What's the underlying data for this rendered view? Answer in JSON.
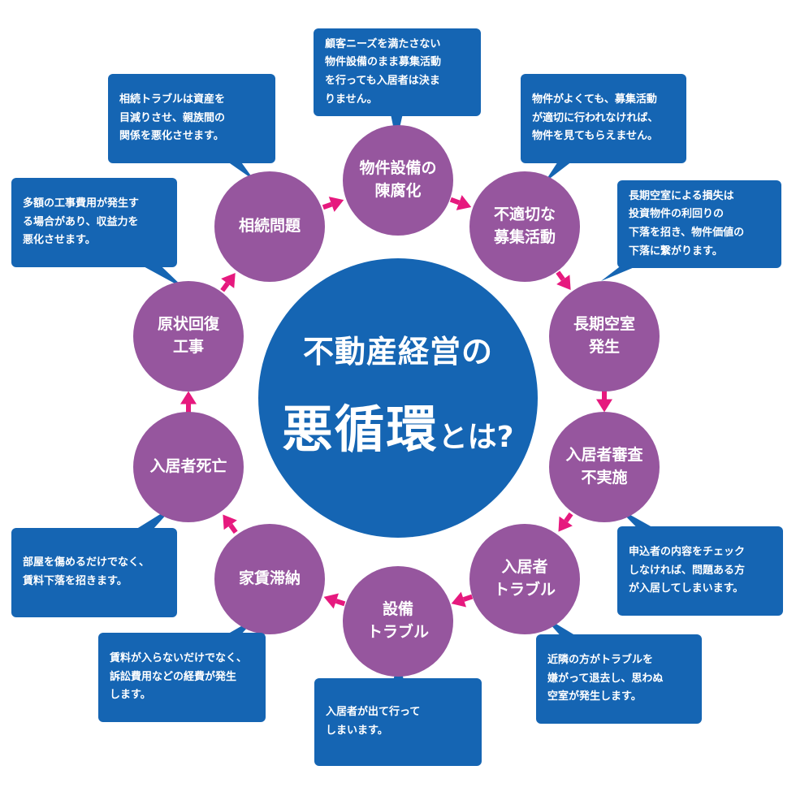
{
  "center": {
    "line1": "不動産経営の",
    "line2_big": "悪循環",
    "line2_small": "とは?"
  },
  "nodes": [
    {
      "label": "物件設備の\n陳腐化"
    },
    {
      "label": "不適切な\n募集活動"
    },
    {
      "label": "長期空室\n発生"
    },
    {
      "label": "入居者審査\n不実施"
    },
    {
      "label": "入居者\nトラブル"
    },
    {
      "label": "設備\nトラブル"
    },
    {
      "label": "家賃滞納"
    },
    {
      "label": "入居者死亡"
    },
    {
      "label": "原状回復\n工事"
    },
    {
      "label": "相続問題"
    }
  ],
  "boxes": [
    {
      "text": "顧客ニーズを満たさない\n物件設備のまま募集活動\nを行っても入居者は決ま\nりません。"
    },
    {
      "text": "物件がよくても、募集活動\nが適切に行われなければ、\n物件を見てもらえません。"
    },
    {
      "text": "長期空室による損失は\n投資物件の利回りの\n下落を招き、物件価値の\n下落に繋がります。"
    },
    {
      "text": "申込者の内容をチェック\nしなければ、問題ある方\nが入居してしまいます。"
    },
    {
      "text": "近隣の方がトラブルを\n嫌がって退去し、思わぬ\n空室が発生します。"
    },
    {
      "text": "入居者が出て行って\nしまいます。"
    },
    {
      "text": "賃料が入らないだけでなく、\n訴訟費用などの経費が発生\nします。"
    },
    {
      "text": "部屋を傷めるだけでなく、\n賃料下落を招きます。"
    },
    {
      "text": "多額の工事費用が発生す\nる場合があり、収益力を\n悪化させます。"
    },
    {
      "text": "相続トラブルは資産を\n目減りさせ、親族間の\n関係を悪化させます。"
    }
  ],
  "colors": {
    "center": "#1565b3",
    "node": "#96569e",
    "box": "#1565b3",
    "arrow": "#e6197e"
  }
}
